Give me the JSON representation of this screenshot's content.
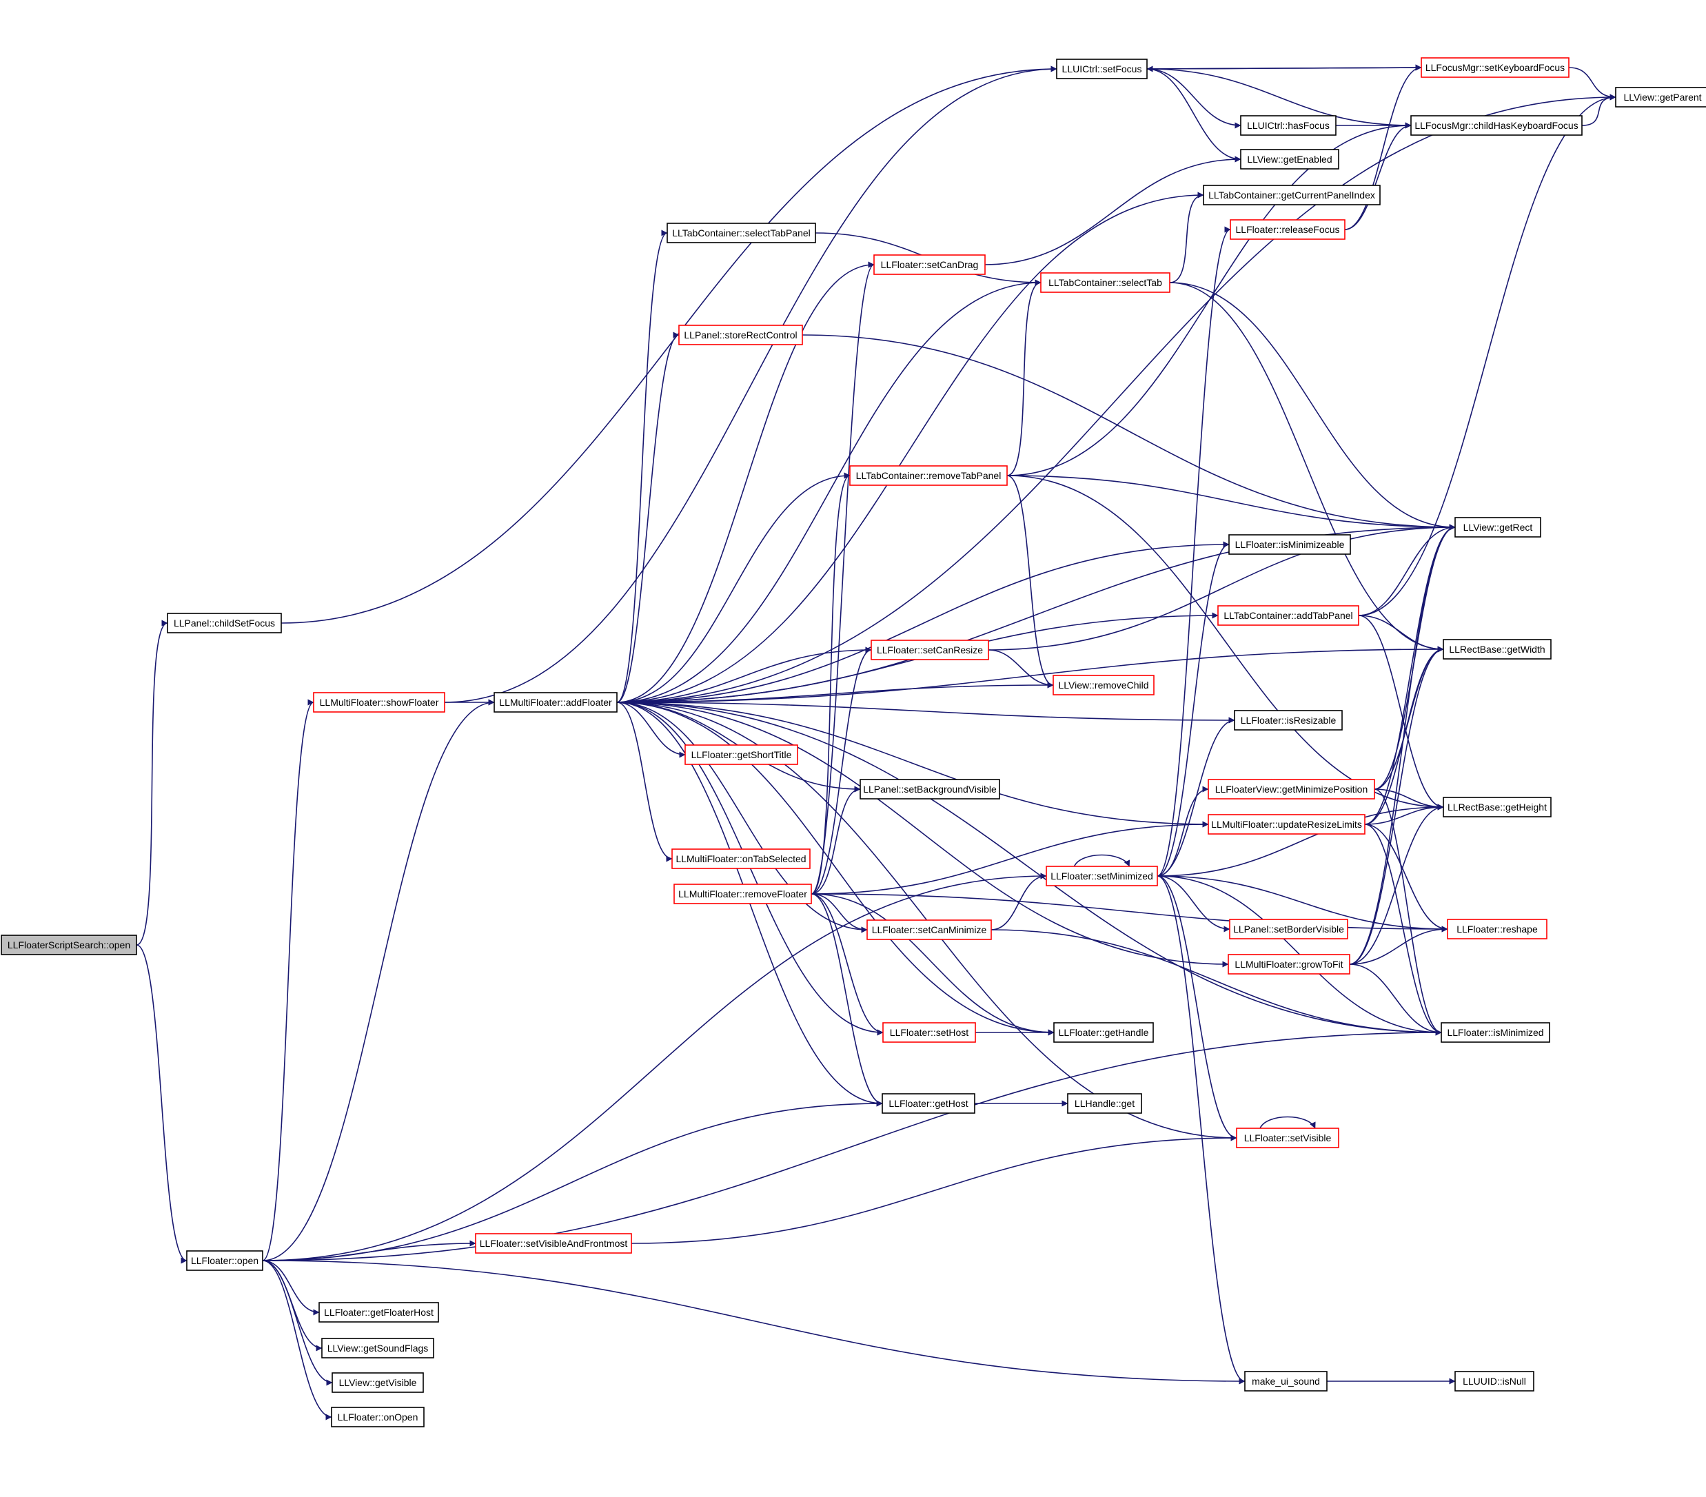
{
  "colors": {
    "edge": "#191970",
    "focus_fill": "#bfbfbf",
    "border_plain": "#000000",
    "border_truncated": "#ff0000",
    "background": "#ffffff"
  },
  "nodes": [
    {
      "id": "n1",
      "label": "LLFloaterScriptSearch::open",
      "border": "black",
      "focus": true
    },
    {
      "id": "n2",
      "label": "LLPanel::childSetFocus",
      "border": "black"
    },
    {
      "id": "n3",
      "label": "LLUICtrl::setFocus",
      "border": "black"
    },
    {
      "id": "n4",
      "label": "LLFocusMgr::setKeyboardFocus",
      "border": "red"
    },
    {
      "id": "n5",
      "label": "LLView::getParent",
      "border": "black"
    },
    {
      "id": "n6",
      "label": "LLUICtrl::hasFocus",
      "border": "black"
    },
    {
      "id": "n7",
      "label": "LLFocusMgr::childHasKeyboardFocus",
      "border": "black"
    },
    {
      "id": "n8",
      "label": "LLView::getEnabled",
      "border": "black"
    },
    {
      "id": "n9",
      "label": "LLTabContainer::getCurrentPanelIndex",
      "border": "black"
    },
    {
      "id": "n10",
      "label": "LLFloater::releaseFocus",
      "border": "red"
    },
    {
      "id": "n11",
      "label": "LLTabContainer::selectTabPanel",
      "border": "black"
    },
    {
      "id": "n12",
      "label": "LLFloater::setCanDrag",
      "border": "red"
    },
    {
      "id": "n13",
      "label": "LLTabContainer::selectTab",
      "border": "red"
    },
    {
      "id": "n14",
      "label": "LLPanel::storeRectControl",
      "border": "red"
    },
    {
      "id": "n15",
      "label": "LLTabContainer::removeTabPanel",
      "border": "red"
    },
    {
      "id": "n16",
      "label": "LLView::getRect",
      "border": "black"
    },
    {
      "id": "n17",
      "label": "LLFloater::isMinimizeable",
      "border": "black"
    },
    {
      "id": "n18",
      "label": "LLTabContainer::addTabPanel",
      "border": "red"
    },
    {
      "id": "n19",
      "label": "LLRectBase::getWidth",
      "border": "black"
    },
    {
      "id": "n20",
      "label": "LLFloater::setCanResize",
      "border": "red"
    },
    {
      "id": "n21",
      "label": "LLView::removeChild",
      "border": "red"
    },
    {
      "id": "n22",
      "label": "LLMultiFloater::showFloater",
      "border": "red"
    },
    {
      "id": "n23",
      "label": "LLMultiFloater::addFloater",
      "border": "black"
    },
    {
      "id": "n24",
      "label": "LLFloater::isResizable",
      "border": "black"
    },
    {
      "id": "n25",
      "label": "LLFloater::getShortTitle",
      "border": "red"
    },
    {
      "id": "n26",
      "label": "LLPanel::setBackgroundVisible",
      "border": "black"
    },
    {
      "id": "n27",
      "label": "LLFloaterView::getMinimizePosition",
      "border": "red"
    },
    {
      "id": "n28",
      "label": "LLRectBase::getHeight",
      "border": "black"
    },
    {
      "id": "n29",
      "label": "LLMultiFloater::updateResizeLimits",
      "border": "red"
    },
    {
      "id": "n30",
      "label": "LLMultiFloater::onTabSelected",
      "border": "red"
    },
    {
      "id": "n31",
      "label": "LLFloater::setMinimized",
      "border": "red"
    },
    {
      "id": "n32",
      "label": "LLMultiFloater::removeFloater",
      "border": "red"
    },
    {
      "id": "n33",
      "label": "LLFloater::setCanMinimize",
      "border": "red"
    },
    {
      "id": "n34",
      "label": "LLPanel::setBorderVisible",
      "border": "red"
    },
    {
      "id": "n35",
      "label": "LLFloater::reshape",
      "border": "red"
    },
    {
      "id": "n36",
      "label": "LLMultiFloater::growToFit",
      "border": "red"
    },
    {
      "id": "n37",
      "label": "LLFloater::setHost",
      "border": "red"
    },
    {
      "id": "n38",
      "label": "LLFloater::getHandle",
      "border": "black"
    },
    {
      "id": "n39",
      "label": "LLFloater::isMinimized",
      "border": "black"
    },
    {
      "id": "n40",
      "label": "LLFloater::getHost",
      "border": "black"
    },
    {
      "id": "n41",
      "label": "LLHandle::get",
      "border": "black"
    },
    {
      "id": "n42",
      "label": "LLFloater::setVisible",
      "border": "red"
    },
    {
      "id": "n43",
      "label": "LLFloater::setVisibleAndFrontmost",
      "border": "red"
    },
    {
      "id": "n44",
      "label": "LLFloater::open",
      "border": "black"
    },
    {
      "id": "n45",
      "label": "LLFloater::getFloaterHost",
      "border": "black"
    },
    {
      "id": "n46",
      "label": "LLView::getSoundFlags",
      "border": "black"
    },
    {
      "id": "n47",
      "label": "make_ui_sound",
      "border": "black"
    },
    {
      "id": "n48",
      "label": "LLUUID::isNull",
      "border": "black"
    },
    {
      "id": "n49",
      "label": "LLView::getVisible",
      "border": "black"
    },
    {
      "id": "n50",
      "label": "LLFloater::onOpen",
      "border": "black"
    }
  ],
  "edges": [
    [
      "n1",
      "n2"
    ],
    [
      "n1",
      "n44"
    ],
    [
      "n2",
      "n3"
    ],
    [
      "n3",
      "n4"
    ],
    [
      "n3",
      "n6"
    ],
    [
      "n3",
      "n7"
    ],
    [
      "n3",
      "n8"
    ],
    [
      "n4",
      "n3"
    ],
    [
      "n4",
      "n5"
    ],
    [
      "n6",
      "n7"
    ],
    [
      "n7",
      "n5"
    ],
    [
      "n10",
      "n4"
    ],
    [
      "n10",
      "n7"
    ],
    [
      "n11",
      "n13"
    ],
    [
      "n12",
      "n8"
    ],
    [
      "n13",
      "n9"
    ],
    [
      "n13",
      "n16"
    ],
    [
      "n13",
      "n19"
    ],
    [
      "n14",
      "n16"
    ],
    [
      "n15",
      "n13"
    ],
    [
      "n15",
      "n7"
    ],
    [
      "n15",
      "n16"
    ],
    [
      "n15",
      "n28"
    ],
    [
      "n15",
      "n21"
    ],
    [
      "n18",
      "n5"
    ],
    [
      "n18",
      "n16"
    ],
    [
      "n18",
      "n19"
    ],
    [
      "n18",
      "n28"
    ],
    [
      "n20",
      "n16"
    ],
    [
      "n20",
      "n21"
    ],
    [
      "n22",
      "n3"
    ],
    [
      "n22",
      "n23"
    ],
    [
      "n23",
      "n5"
    ],
    [
      "n23",
      "n9"
    ],
    [
      "n23",
      "n11"
    ],
    [
      "n23",
      "n12"
    ],
    [
      "n23",
      "n13"
    ],
    [
      "n23",
      "n14"
    ],
    [
      "n23",
      "n15"
    ],
    [
      "n23",
      "n16"
    ],
    [
      "n23",
      "n17"
    ],
    [
      "n23",
      "n18"
    ],
    [
      "n23",
      "n19"
    ],
    [
      "n23",
      "n20"
    ],
    [
      "n23",
      "n21"
    ],
    [
      "n23",
      "n24"
    ],
    [
      "n23",
      "n25"
    ],
    [
      "n23",
      "n26"
    ],
    [
      "n23",
      "n29"
    ],
    [
      "n23",
      "n30"
    ],
    [
      "n23",
      "n33"
    ],
    [
      "n23",
      "n36"
    ],
    [
      "n23",
      "n37"
    ],
    [
      "n23",
      "n38"
    ],
    [
      "n23",
      "n39"
    ],
    [
      "n23",
      "n40"
    ],
    [
      "n23",
      "n42"
    ],
    [
      "n27",
      "n16"
    ],
    [
      "n27",
      "n19"
    ],
    [
      "n27",
      "n28"
    ],
    [
      "n27",
      "n39"
    ],
    [
      "n29",
      "n16"
    ],
    [
      "n29",
      "n19"
    ],
    [
      "n29",
      "n28"
    ],
    [
      "n29",
      "n35"
    ],
    [
      "n29",
      "n39"
    ],
    [
      "n31",
      "n31"
    ],
    [
      "n31",
      "n10"
    ],
    [
      "n31",
      "n17"
    ],
    [
      "n31",
      "n24"
    ],
    [
      "n31",
      "n27"
    ],
    [
      "n31",
      "n28"
    ],
    [
      "n31",
      "n34"
    ],
    [
      "n31",
      "n35"
    ],
    [
      "n31",
      "n39"
    ],
    [
      "n31",
      "n42"
    ],
    [
      "n31",
      "n47"
    ],
    [
      "n32",
      "n12"
    ],
    [
      "n32",
      "n15"
    ],
    [
      "n32",
      "n20"
    ],
    [
      "n32",
      "n26"
    ],
    [
      "n32",
      "n29"
    ],
    [
      "n32",
      "n33"
    ],
    [
      "n32",
      "n35"
    ],
    [
      "n32",
      "n37"
    ],
    [
      "n32",
      "n38"
    ],
    [
      "n32",
      "n40"
    ],
    [
      "n33",
      "n31"
    ],
    [
      "n33",
      "n39"
    ],
    [
      "n36",
      "n16"
    ],
    [
      "n36",
      "n19"
    ],
    [
      "n36",
      "n28"
    ],
    [
      "n36",
      "n35"
    ],
    [
      "n36",
      "n39"
    ],
    [
      "n37",
      "n38"
    ],
    [
      "n40",
      "n41"
    ],
    [
      "n42",
      "n42"
    ],
    [
      "n43",
      "n42"
    ],
    [
      "n44",
      "n22"
    ],
    [
      "n44",
      "n23"
    ],
    [
      "n44",
      "n31"
    ],
    [
      "n44",
      "n40"
    ],
    [
      "n44",
      "n43"
    ],
    [
      "n44",
      "n39"
    ],
    [
      "n44",
      "n45"
    ],
    [
      "n44",
      "n46"
    ],
    [
      "n44",
      "n49"
    ],
    [
      "n44",
      "n50"
    ],
    [
      "n44",
      "n47"
    ],
    [
      "n47",
      "n48"
    ]
  ]
}
